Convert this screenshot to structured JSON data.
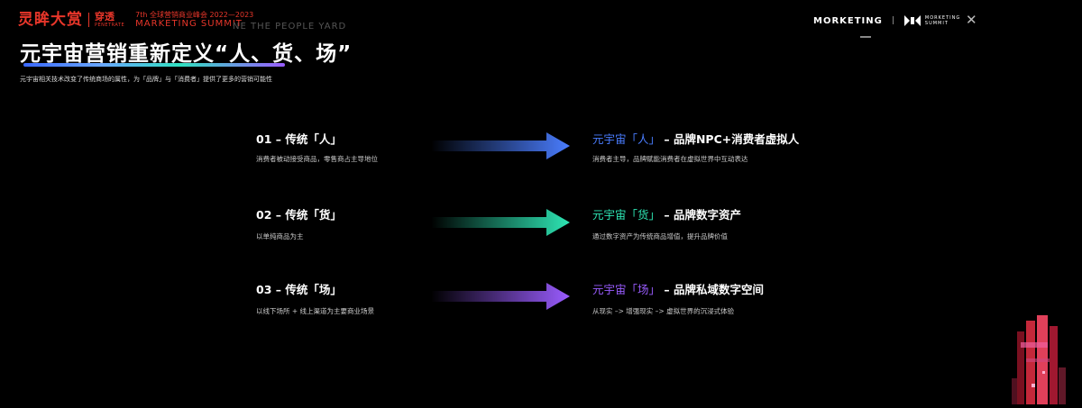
{
  "header": {
    "brand_cn": "灵眸大赏",
    "partner_cn": "穿透",
    "partner_en": "PENETRATE",
    "summit_line1": "7th 全球营销商业峰会  2022—2023",
    "summit_line2": "MARKETING SUMMIT",
    "ghost_text": "NE THE PEOPLE YARD",
    "right_logo1": "MORKETING",
    "right_sep": "|",
    "right_logo2_line1": "MORKETING",
    "right_logo2_line2": "SUMMIT",
    "close_symbol": "✕"
  },
  "slide": {
    "title": "元宇宙营销重新定义“人、货、场”",
    "subtitle": "元宇宙相关技术改变了传统商场的属性，为「品牌」与「消费者」提供了更多的营销可能性",
    "rows": [
      {
        "old_title": "01 – 传统「人」",
        "old_desc": "消费者被动接受商品，零售商占主导地位",
        "new_prefix": "元宇宙「人」",
        "new_suffix": " – 品牌NPC+消费者虚拟人",
        "new_desc": "消费者主导，品牌赋能消费者在虚拟世界中互动表达",
        "color": "#4a7dff"
      },
      {
        "old_title": "02 – 传统「货」",
        "old_desc": "以单纯商品为主",
        "new_prefix": "元宇宙「货」",
        "new_suffix": " – 品牌数字资产",
        "new_desc": "通过数字资产为传统商品增值，提升品牌价值",
        "color": "#2ee6b4"
      },
      {
        "old_title": "03 – 传统「场」",
        "old_desc": "以线下场所 + 线上渠道为主要商业场景",
        "new_prefix": "元宇宙「场」",
        "new_suffix": " – 品牌私域数字空间",
        "new_desc": "从现实 –> 增强现实 –> 虚拟世界的沉浸式体验",
        "color": "#9a5cff"
      }
    ]
  }
}
